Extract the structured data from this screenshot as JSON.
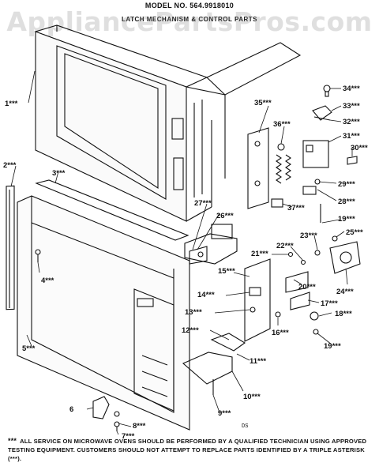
{
  "header": {
    "model": "MODEL NO. 564.9918010",
    "subtitle": "LATCH MECHANISM & CONTROL PARTS"
  },
  "watermark": "AppliancePartsPros.com",
  "labels": [
    {
      "id": "l1",
      "text": "1***"
    },
    {
      "id": "l2",
      "text": "2***"
    },
    {
      "id": "l3",
      "text": "3***"
    },
    {
      "id": "l4",
      "text": "4***"
    },
    {
      "id": "l5",
      "text": "5***"
    },
    {
      "id": "l6",
      "text": "6"
    },
    {
      "id": "l7",
      "text": "7***"
    },
    {
      "id": "l8",
      "text": "8***"
    },
    {
      "id": "l9",
      "text": "9***"
    },
    {
      "id": "l10",
      "text": "10***"
    },
    {
      "id": "l11",
      "text": "11***"
    },
    {
      "id": "l12",
      "text": "12***"
    },
    {
      "id": "l13",
      "text": "13***"
    },
    {
      "id": "l14",
      "text": "14***"
    },
    {
      "id": "l15",
      "text": "15***"
    },
    {
      "id": "l16",
      "text": "16***"
    },
    {
      "id": "l17",
      "text": "17***"
    },
    {
      "id": "l18",
      "text": "18***"
    },
    {
      "id": "l19a",
      "text": "19***"
    },
    {
      "id": "l19b",
      "text": "19***"
    },
    {
      "id": "l20",
      "text": "20***"
    },
    {
      "id": "l21",
      "text": "21***"
    },
    {
      "id": "l22",
      "text": "22***"
    },
    {
      "id": "l23",
      "text": "23***"
    },
    {
      "id": "l24",
      "text": "24***"
    },
    {
      "id": "l25",
      "text": "25***"
    },
    {
      "id": "l26",
      "text": "26***"
    },
    {
      "id": "l27",
      "text": "27***"
    },
    {
      "id": "l28",
      "text": "28***"
    },
    {
      "id": "l29",
      "text": "29***"
    },
    {
      "id": "l30",
      "text": "30***"
    },
    {
      "id": "l31",
      "text": "31***"
    },
    {
      "id": "l32",
      "text": "32***"
    },
    {
      "id": "l33",
      "text": "33***"
    },
    {
      "id": "l34",
      "text": "34***"
    },
    {
      "id": "l35",
      "text": "35***"
    },
    {
      "id": "l36",
      "text": "36***"
    },
    {
      "id": "l37",
      "text": "37***"
    }
  ],
  "drawing_code": "DS",
  "footnote": {
    "marker": "***",
    "text": "All service on microwave ovens should be performed by a qualified technician using approved testing equipment. Customers should not attempt to replace parts identified by a triple asterisk (***)."
  }
}
